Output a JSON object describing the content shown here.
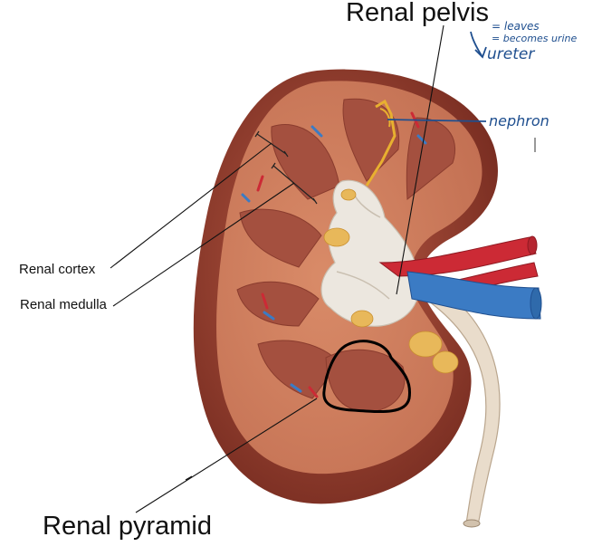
{
  "labels": {
    "renal_pelvis": "Renal pelvis",
    "renal_cortex": "Renal cortex",
    "renal_medulla": "Renal medulla",
    "renal_pyramid": "Renal pyramid"
  },
  "handwritten": {
    "leaves": "= leaves",
    "becomes_urine": "= becomes urine",
    "ureter": "ureter",
    "nephron": "nephron"
  },
  "colors": {
    "kidney_outer": "#8e3b2c",
    "cortex": "#c9785a",
    "medulla": "#a4503f",
    "pelvis": "#ece7df",
    "fat": "#e8b85a",
    "artery": "#cc2a35",
    "vein": "#3b7bc4",
    "ink": "#1f4f8f",
    "pyramid_outline": "#000000",
    "nephron": "#e8b030",
    "ureter": "#e9dccb"
  }
}
